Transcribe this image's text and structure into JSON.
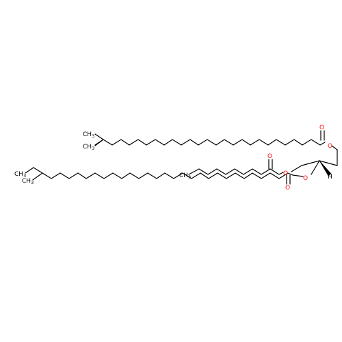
{
  "molecule": {
    "atom_labels": {
      "oxygen": "O",
      "methyl": "CH3",
      "hydrogen": "H",
      "methyl_main": "CH",
      "methyl_sub": "3",
      "h_stereo": "H"
    },
    "colors": {
      "bond": "#000000",
      "oxygen": "#ff0d0d",
      "carbon_label": "#000000",
      "background": "#ffffff"
    }
  }
}
